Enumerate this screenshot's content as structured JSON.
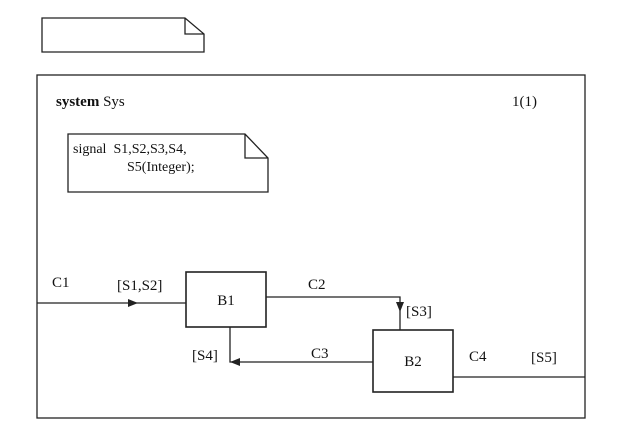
{
  "system": {
    "keyword": "system",
    "name": "Sys",
    "page": "1(1)"
  },
  "signal_decl": {
    "line1": "signal  S1,S2,S3,S4,",
    "line2": "S5(Integer);"
  },
  "blocks": {
    "b1": "B1",
    "b2": "B2"
  },
  "channels": {
    "c1": {
      "name": "C1",
      "signals": "[S1,S2]"
    },
    "c2": {
      "name": "C2",
      "signals": "[S3]"
    },
    "c3": {
      "name": "C3",
      "signals": "[S4]"
    },
    "c4": {
      "name": "C4",
      "signals": "[S5]"
    }
  }
}
